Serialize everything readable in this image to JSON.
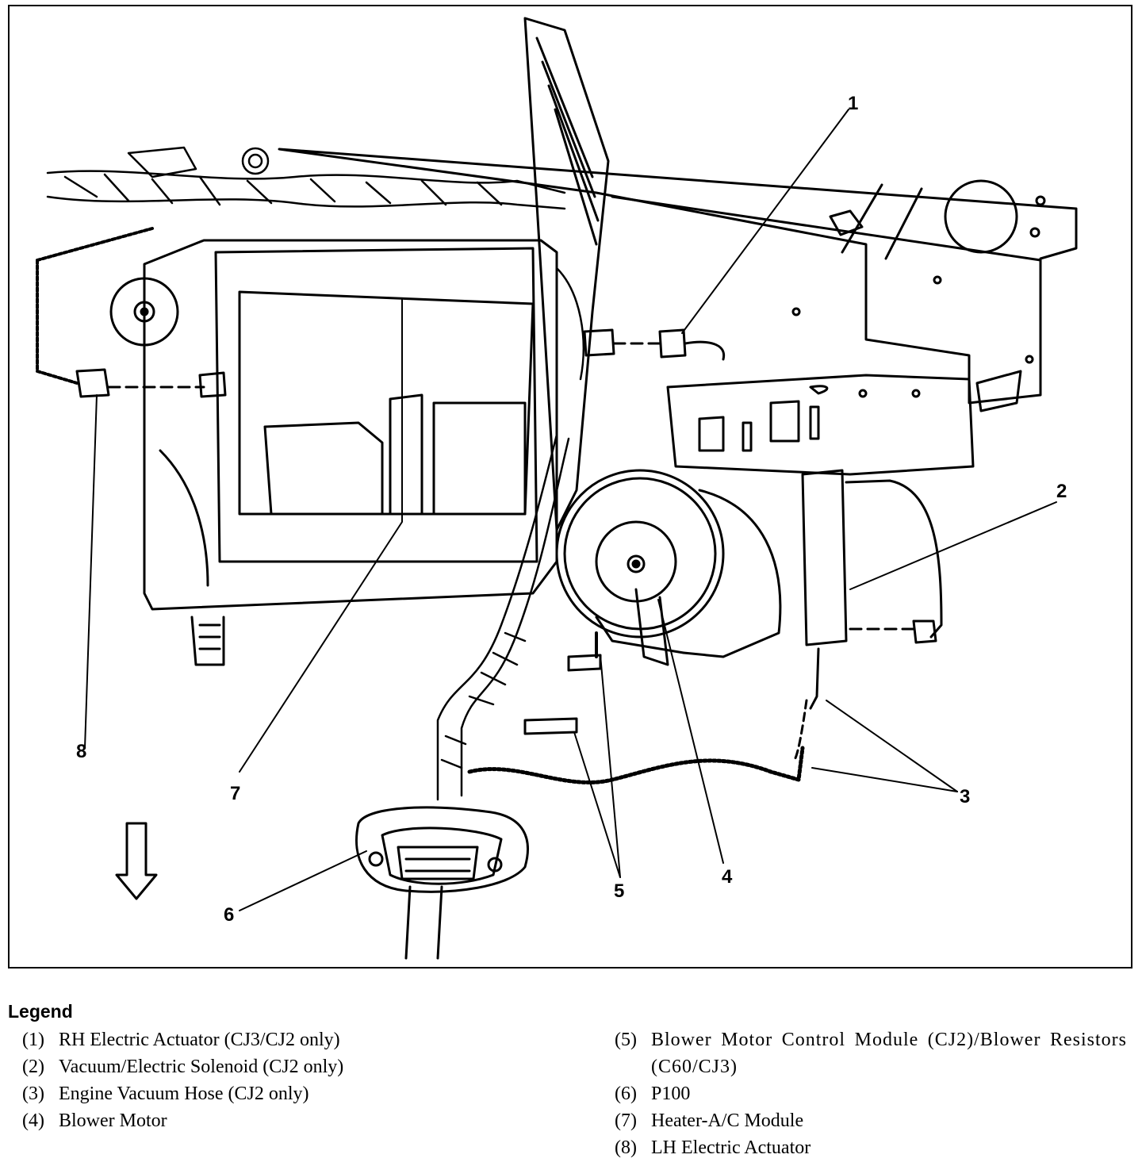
{
  "callouts": [
    "1",
    "2",
    "3",
    "4",
    "5",
    "6",
    "7",
    "8"
  ],
  "legend": {
    "title": "Legend",
    "items": [
      {
        "num": "(1)",
        "text": "RH Electric Actuator (CJ3/CJ2 only)"
      },
      {
        "num": "(2)",
        "text": "Vacuum/Electric Solenoid (CJ2 only)"
      },
      {
        "num": "(3)",
        "text": "Engine Vacuum Hose (CJ2 only)"
      },
      {
        "num": "(4)",
        "text": "Blower Motor"
      },
      {
        "num": "(5)",
        "text": "Blower Motor Control Module (CJ2)/Blower Resistors (C60/CJ3)"
      },
      {
        "num": "(6)",
        "text": "P100"
      },
      {
        "num": "(7)",
        "text": "Heater-A/C Module"
      },
      {
        "num": "(8)",
        "text": "LH Electric Actuator"
      }
    ]
  },
  "colors": {
    "ink": "#000000",
    "paper": "#ffffff"
  },
  "icons": {
    "direction-arrow": "down-arrow-icon"
  }
}
